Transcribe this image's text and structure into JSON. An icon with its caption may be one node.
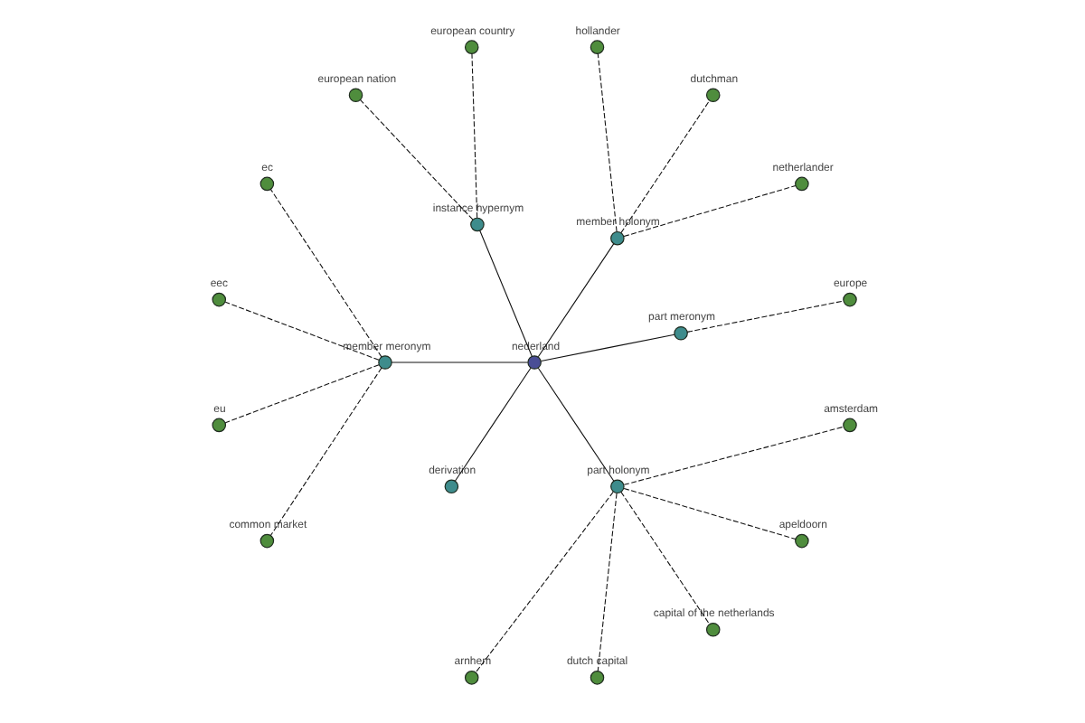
{
  "diagram": {
    "nodes": [
      {
        "text": [
          "netherlander"
        ]
      },
      {
        "text": [
          "europe"
        ]
      },
      {
        "text": [
          "european country"
        ]
      },
      {
        "text": [
          "ec"
        ]
      },
      {
        "text": [
          "eec"
        ]
      },
      {
        "text": [
          "dutchman"
        ]
      },
      {
        "text": [
          "part meronym"
        ]
      },
      {
        "text": [
          "european nation"
        ]
      },
      {
        "text": [
          "member holonym"
        ]
      },
      {
        "text": [
          "instance hypernym"
        ]
      },
      {
        "text": [
          "hollander"
        ]
      },
      {
        "text": [
          "member meronym"
        ]
      },
      {
        "text": [
          "eu"
        ]
      },
      {
        "text": [
          "nederland"
        ]
      },
      {
        "text": [
          "common market"
        ]
      },
      {
        "text": [
          "derivation"
        ]
      },
      {
        "text": [
          "part holonym"
        ]
      },
      {
        "text": [
          "arnhem"
        ]
      },
      {
        "text": [
          "dutch capital"
        ]
      },
      {
        "text": [
          "capital of the netherlands"
        ]
      },
      {
        "text": [
          "apeldoorn"
        ]
      },
      {
        "text": [
          "amsterdam"
        ]
      }
    ],
    "edges": [
      {
        "from": 13,
        "to": 8,
        "arrow": "none"
      },
      {
        "from": 13,
        "to": 11,
        "arrow": "none"
      },
      {
        "from": 13,
        "to": 6,
        "arrow": "none"
      },
      {
        "from": 13,
        "to": 9,
        "arrow": "none"
      },
      {
        "from": 13,
        "to": 15,
        "arrow": "none"
      },
      {
        "from": 13,
        "to": 16,
        "arrow": "none"
      },
      {
        "from": 8,
        "to": 0,
        "arrow": "none",
        "style": "dashed"
      },
      {
        "from": 8,
        "to": 5,
        "arrow": "none",
        "style": "dashed"
      },
      {
        "from": 8,
        "to": 10,
        "arrow": "none",
        "style": "dashed"
      },
      {
        "from": 11,
        "to": 3,
        "arrow": "none",
        "style": "dashed"
      },
      {
        "from": 11,
        "to": 4,
        "arrow": "none",
        "style": "dashed"
      },
      {
        "from": 11,
        "to": 12,
        "arrow": "none",
        "style": "dashed"
      },
      {
        "from": 11,
        "to": 14,
        "arrow": "none",
        "style": "dashed"
      },
      {
        "from": 6,
        "to": 1,
        "arrow": "none",
        "style": "dashed"
      },
      {
        "from": 9,
        "to": 2,
        "arrow": "none",
        "style": "dashed"
      },
      {
        "from": 9,
        "to": 7,
        "arrow": "none",
        "style": "dashed"
      },
      {
        "from": 16,
        "to": 17,
        "arrow": "none",
        "style": "dashed"
      },
      {
        "from": 16,
        "to": 18,
        "arrow": "none",
        "style": "dashed"
      },
      {
        "from": 16,
        "to": 19,
        "arrow": "none",
        "style": "dashed"
      },
      {
        "from": 16,
        "to": 20,
        "arrow": "none",
        "style": "dashed"
      },
      {
        "from": 16,
        "to": 21,
        "arrow": "none",
        "style": "dashed"
      }
    ]
  }
}
